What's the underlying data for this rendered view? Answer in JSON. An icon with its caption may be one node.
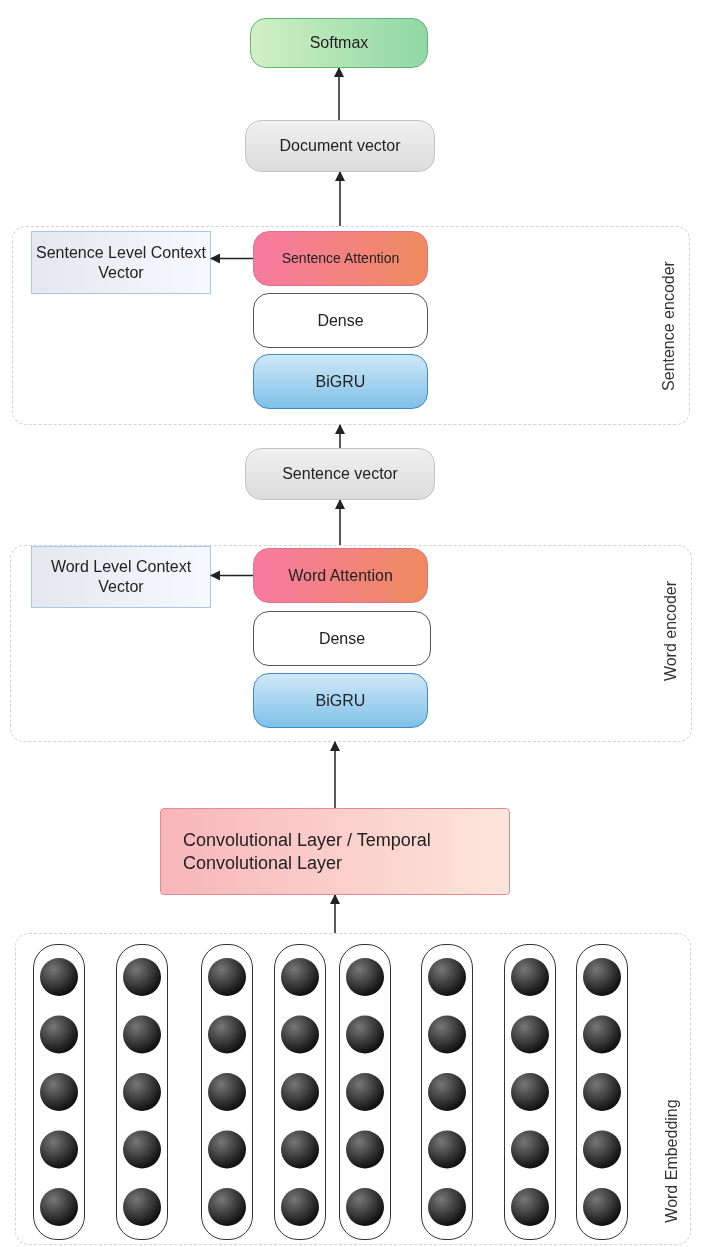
{
  "diagram": {
    "nodes": [
      {
        "text": [
          "Softmax"
        ]
      },
      {
        "text": [
          "Document vector"
        ]
      },
      {
        "text": [
          "Sentence encoder"
        ]
      },
      {
        "text": [
          "Sentence Level Context Vector"
        ],
        "in": 2
      },
      {
        "text": [
          "Sentence Attention"
        ],
        "in": 2
      },
      {
        "text": [
          "Dense"
        ],
        "in": 2
      },
      {
        "text": [
          "BiGRU"
        ],
        "in": 2
      },
      {
        "text": [
          "Sentence vector"
        ]
      },
      {
        "text": [
          "Word encoder"
        ]
      },
      {
        "text": [
          "Word Level Context Vector"
        ],
        "in": 8
      },
      {
        "text": [
          "Word Attention"
        ],
        "in": 8
      },
      {
        "text": [
          "Dense"
        ],
        "in": 8
      },
      {
        "text": [
          "BiGRU"
        ],
        "in": 8
      },
      {
        "text": [
          "Convolutional Layer / Temporal Convolutional Layer"
        ]
      },
      {
        "text": [
          "Word Embedding"
        ]
      },
      {
        "text": [],
        "shape": "box",
        "in": 14
      },
      {
        "text": [],
        "shape": "box",
        "in": 14
      },
      {
        "text": [],
        "shape": "box",
        "in": 14
      },
      {
        "text": [],
        "shape": "box",
        "in": 14
      },
      {
        "text": [],
        "shape": "box",
        "in": 14
      },
      {
        "text": [],
        "shape": "box",
        "in": 14
      },
      {
        "text": [],
        "shape": "box",
        "in": 14
      },
      {
        "text": [],
        "shape": "box",
        "in": 14
      }
    ],
    "edges": [
      {
        "from": 1,
        "to": 0,
        "arrow": "to"
      },
      {
        "from": 2,
        "to": 1,
        "arrow": "to"
      },
      {
        "from": 4,
        "to": 3,
        "arrow": "to"
      },
      {
        "from": 7,
        "to": 2,
        "arrow": "to"
      },
      {
        "from": 8,
        "to": 7,
        "arrow": "to"
      },
      {
        "from": 10,
        "to": 9,
        "arrow": "to"
      },
      {
        "from": 13,
        "to": 8,
        "arrow": "to"
      },
      {
        "from": 14,
        "to": 13,
        "arrow": "to"
      }
    ]
  }
}
